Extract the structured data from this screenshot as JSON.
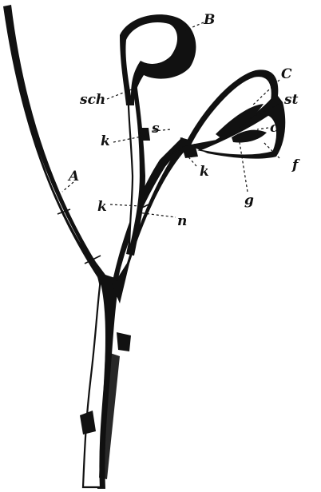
{
  "labels": {
    "B": "B",
    "C": "C",
    "sch": "sch",
    "st": "st",
    "s": "s",
    "k_upper": "k",
    "k_right": "k",
    "k_lower": "k",
    "c": "c",
    "A": "A",
    "f": "f",
    "g": "g",
    "n": "n"
  }
}
